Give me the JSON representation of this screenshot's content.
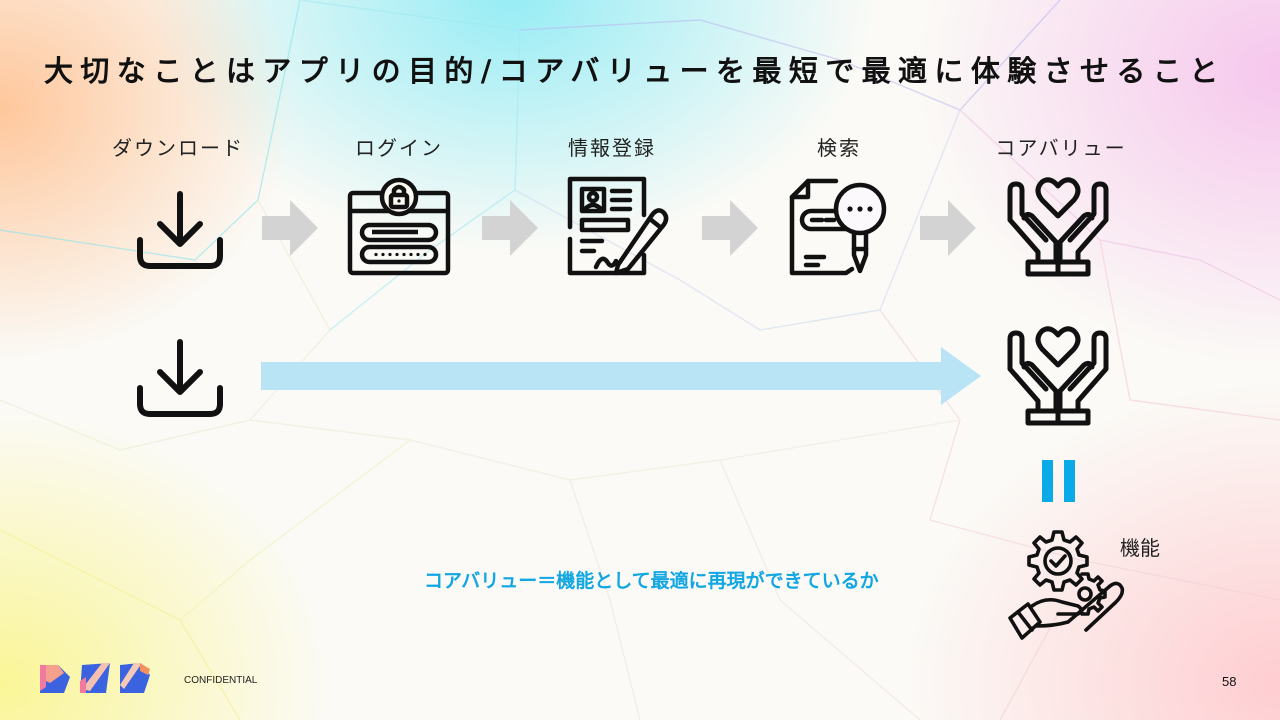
{
  "slide": {
    "title": "大切なことはアプリの目的/コアバリューを最短で最適に体験させること",
    "page_number": "58",
    "footer_label": "CONFIDENTIAL"
  },
  "flow_full": {
    "steps": [
      {
        "label": "ダウンロード",
        "icon": "download-icon"
      },
      {
        "label": "ログイン",
        "icon": "login-form-lock-icon"
      },
      {
        "label": "情報登録",
        "icon": "registration-document-pen-icon"
      },
      {
        "label": "検索",
        "icon": "document-search-icon"
      },
      {
        "label": "コアバリュー",
        "icon": "hands-heart-icon"
      }
    ],
    "arrow_color": "#d3d3d3"
  },
  "flow_direct": {
    "from_icon": "download-icon",
    "to_icon": "hands-heart-icon",
    "arrow_color": "#b8e4f5"
  },
  "equivalence": {
    "symbol": "=",
    "color": "#0aa9e8",
    "function_label": "機能",
    "function_icon": "hand-holding-gears-icon",
    "summary": "コアバリュー＝機能として最適に再現ができているか",
    "summary_color": "#12a6e2"
  },
  "colors": {
    "bg_top_left": "#ffbe8c",
    "bg_top_center": "#8cebf5",
    "bg_top_right": "#f5bee b",
    "bg_bottom_left": "#faf58c",
    "bg_bottom_right": "#ffc8cd",
    "text": "#111111"
  }
}
